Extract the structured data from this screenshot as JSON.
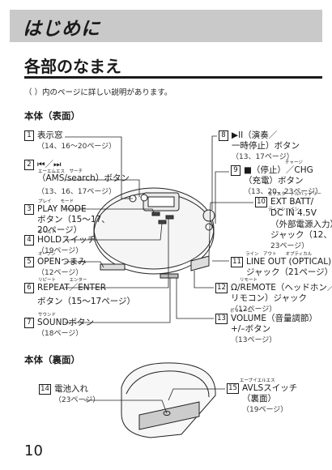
{
  "header": {
    "title": "はじめに"
  },
  "section": {
    "title": "各部のなまえ",
    "note": "（ ）内のページに詳しい説明があります。"
  },
  "front": {
    "title": "本体（表面）",
    "items": [
      {
        "num": "1",
        "line1": "表示窓",
        "line2": "（14、16〜20ページ）"
      },
      {
        "num": "2",
        "line1": "⏮／⏭",
        "line2": "（AMS/search）ボタン",
        "line3": "（13、16、17ページ）",
        "ruby": "エーエムエス　サーチ"
      },
      {
        "num": "3",
        "line1": "PLAY MODE",
        "line2": "ボタン（15〜17、",
        "line3": "20ページ）",
        "ruby": "プレイ　　モード"
      },
      {
        "num": "4",
        "line1": "HOLDスイッチ",
        "line2": "（19ページ）",
        "ruby": "ホールド"
      },
      {
        "num": "5",
        "line1": "OPENつまみ",
        "line2": "（12ページ）",
        "ruby": "オープン"
      },
      {
        "num": "6",
        "line1": "REPEAT／ENTER",
        "line2": "ボタン（15〜17ページ）",
        "ruby": "リピート　　　エンター"
      },
      {
        "num": "7",
        "line1": "SOUNDボタン",
        "line2": "（18ページ）",
        "ruby": "サウンド"
      },
      {
        "num": "8",
        "line1": "▶II（演奏／",
        "line2": "一時停止）ボタン",
        "line3": "（13、17ページ）"
      },
      {
        "num": "9",
        "line1": "■（停止）／CHG",
        "line2": "（充電）ボタン",
        "line3": "（13、20、23ページ）",
        "ruby": "チャージ"
      },
      {
        "num": "10",
        "line1": "EXT BATT/",
        "line2": "DC IN 4.5V",
        "line3": "（外部電源入力）",
        "line4": "ジャック（12、",
        "line5": "23ページ）",
        "ruby": "エクスターナルバッテリー",
        "ruby2": "ディーシーイン"
      },
      {
        "num": "11",
        "line1": "LINE OUT (OPTICAL)",
        "line2": "ジャック（21ページ）",
        "ruby": "ライン　アウト　　オプティカル"
      },
      {
        "num": "12",
        "line1": "Ω/REMOTE（ヘッドホン／",
        "line2": "リモコン）ジャック",
        "line3": "（12ページ）",
        "ruby": "リモート"
      },
      {
        "num": "13",
        "line1": "VOLUME（音量調節）",
        "line2": "+/–ボタン",
        "line3": "（13ページ）",
        "ruby": "ボリューム"
      }
    ]
  },
  "back": {
    "title": "本体（裏面）",
    "items": [
      {
        "num": "14",
        "line1": "電池入れ",
        "line2": "（23ページ）"
      },
      {
        "num": "15",
        "line1": "AVLSスイッチ",
        "line2": "（裏面）",
        "line3": "（19ページ）",
        "ruby": "エーブイエルエス"
      }
    ]
  },
  "page": {
    "number": "10"
  }
}
